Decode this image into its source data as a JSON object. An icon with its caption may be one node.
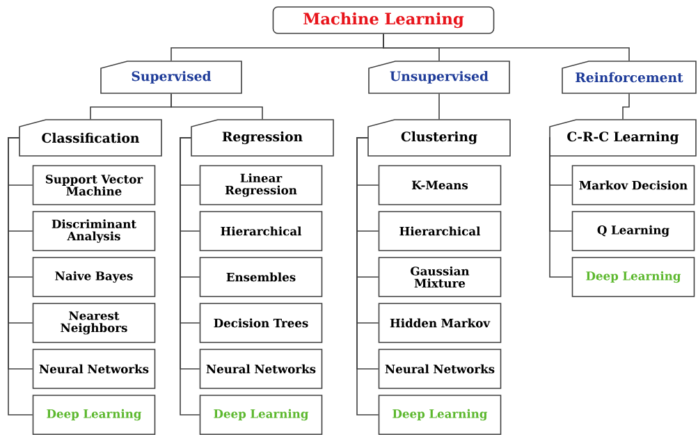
{
  "diagram": {
    "nodes": [
      {
        "text": [
          "Machine Learning"
        ]
      },
      {
        "text": [
          "Supervised"
        ]
      },
      {
        "text": [
          "Unsupervised"
        ]
      },
      {
        "text": [
          "Reinforcement"
        ]
      },
      {
        "text": [
          "Classification"
        ]
      },
      {
        "text": [
          "Regression"
        ]
      },
      {
        "text": [
          "Clustering"
        ]
      },
      {
        "text": [
          "C-R-C Learning"
        ]
      },
      {
        "text": [
          "Support Vector Machine"
        ]
      },
      {
        "text": [
          "Discriminant Analysis"
        ]
      },
      {
        "text": [
          "Naive Bayes"
        ]
      },
      {
        "text": [
          "Nearest Neighbors"
        ]
      },
      {
        "text": [
          "Neural Networks"
        ]
      },
      {
        "text": [
          "Deep Learning"
        ]
      },
      {
        "text": [
          "Linear Regression"
        ]
      },
      {
        "text": [
          "Hierarchical"
        ]
      },
      {
        "text": [
          "Ensembles"
        ]
      },
      {
        "text": [
          "Decision Trees"
        ]
      },
      {
        "text": [
          "Neural Networks"
        ]
      },
      {
        "text": [
          "Deep Learning"
        ]
      },
      {
        "text": [
          "K-Means"
        ]
      },
      {
        "text": [
          "Hierarchical"
        ]
      },
      {
        "text": [
          "Gaussian Mixture"
        ]
      },
      {
        "text": [
          "Hidden Markov"
        ]
      },
      {
        "text": [
          "Neural Networks"
        ]
      },
      {
        "text": [
          "Deep Learning"
        ]
      },
      {
        "text": [
          "Markov Decision"
        ]
      },
      {
        "text": [
          "Q Learning"
        ]
      },
      {
        "text": [
          "Deep Learning"
        ]
      }
    ],
    "edges": [
      {
        "from": 0,
        "to": 1,
        "arrow": "none"
      },
      {
        "from": 0,
        "to": 2,
        "arrow": "none"
      },
      {
        "from": 0,
        "to": 3,
        "arrow": "none"
      },
      {
        "from": 1,
        "to": 4,
        "arrow": "none"
      },
      {
        "from": 1,
        "to": 5,
        "arrow": "none"
      },
      {
        "from": 2,
        "to": 6,
        "arrow": "none"
      },
      {
        "from": 3,
        "to": 7,
        "arrow": "none"
      },
      {
        "from": 4,
        "to": 8,
        "arrow": "none"
      },
      {
        "from": 4,
        "to": 9,
        "arrow": "none"
      },
      {
        "from": 4,
        "to": 10,
        "arrow": "none"
      },
      {
        "from": 4,
        "to": 11,
        "arrow": "none"
      },
      {
        "from": 4,
        "to": 12,
        "arrow": "none"
      },
      {
        "from": 4,
        "to": 13,
        "arrow": "none"
      },
      {
        "from": 5,
        "to": 14,
        "arrow": "none"
      },
      {
        "from": 5,
        "to": 15,
        "arrow": "none"
      },
      {
        "from": 5,
        "to": 16,
        "arrow": "none"
      },
      {
        "from": 5,
        "to": 17,
        "arrow": "none"
      },
      {
        "from": 5,
        "to": 18,
        "arrow": "none"
      },
      {
        "from": 5,
        "to": 19,
        "arrow": "none"
      },
      {
        "from": 6,
        "to": 20,
        "arrow": "none"
      },
      {
        "from": 6,
        "to": 21,
        "arrow": "none"
      },
      {
        "from": 6,
        "to": 22,
        "arrow": "none"
      },
      {
        "from": 6,
        "to": 23,
        "arrow": "none"
      },
      {
        "from": 6,
        "to": 24,
        "arrow": "none"
      },
      {
        "from": 6,
        "to": 25,
        "arrow": "none"
      },
      {
        "from": 7,
        "to": 26,
        "arrow": "none"
      },
      {
        "from": 7,
        "to": 27,
        "arrow": "none"
      },
      {
        "from": 7,
        "to": 28,
        "arrow": "none"
      }
    ]
  }
}
